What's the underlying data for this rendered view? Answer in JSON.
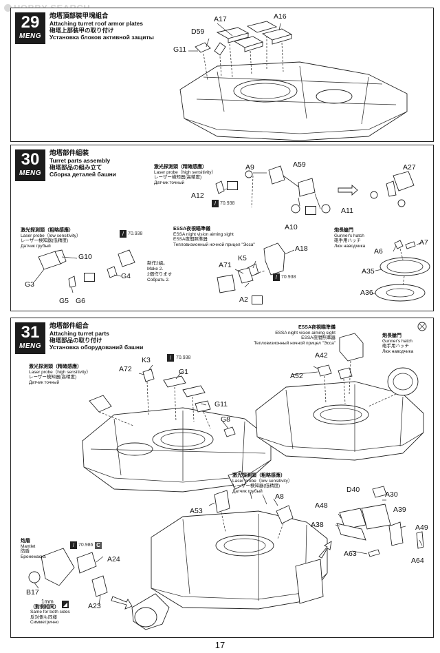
{
  "watermark": "HOBBY SEARCH",
  "page_number": "17",
  "brand": "MENG",
  "steps": [
    {
      "number": "29",
      "title_zh": "炮塔頂部裝甲塊組合",
      "title_en": "Attaching turret roof armor plates",
      "title_ja": "砲塔上部装甲の取り付け",
      "title_ru": "Установка блоков активной защиты",
      "labels": [
        "A17",
        "A16",
        "D59",
        "G11"
      ]
    },
    {
      "number": "30",
      "title_zh": "炮塔部件組裝",
      "title_en": "Turret parts assembly",
      "title_ja": "砲塔部品の組み立て",
      "title_ru": "Сборка деталей башни",
      "labels": [
        "A9",
        "A59",
        "A27",
        "A12",
        "A11",
        "A10",
        "G10",
        "G3",
        "G4",
        "G5",
        "G6",
        "A18",
        "K5",
        "A71",
        "A2",
        "A6",
        "A7",
        "A35",
        "A36"
      ],
      "notes": {
        "laser_high": {
          "zh": "激光探測頭（精確感應）",
          "en": "Laser probe（high sensitivity）",
          "ja": "レーザー検知器(高精度)",
          "ru": "Датчик точный"
        },
        "laser_low": {
          "zh": "激光探測頭（粗略感應）",
          "en": "Laser probe（low sensitivity）",
          "ja": "レーザー検知器(低精度)",
          "ru": "Датчик грубый"
        },
        "essa": {
          "zh": "ESSA夜視瞄準儀",
          "en": "ESSA night vision aiming sight",
          "ja": "ESSA夜間照準器",
          "ru": "Тепловизионный ночной прицел \"Эсса\""
        },
        "hatch": {
          "zh": "炮長艙門",
          "en": "Gunner's hatch",
          "ja": "砲手用ハッチ",
          "ru": "Люк наводчика"
        },
        "make2": {
          "zh": "制作2組。",
          "en": "Make 2.",
          "ja": "2個作ります",
          "ru": "Собрать 2."
        }
      },
      "paint_codes": [
        "70.938",
        "70.938",
        "70.938"
      ]
    },
    {
      "number": "31",
      "title_zh": "炮塔部件組合",
      "title_en": "Attaching turret parts",
      "title_ja": "砲塔部品の取り付け",
      "title_ru": "Установка оборудований башни",
      "labels": [
        "K3",
        "A72",
        "G1",
        "G11",
        "G8",
        "A42",
        "A52",
        "A8",
        "A53",
        "D40",
        "A30",
        "A48",
        "A39",
        "A38",
        "A49",
        "A63",
        "A64",
        "A24",
        "B17",
        "A23"
      ],
      "notes": {
        "laser_high": {
          "zh": "激光探測頭（精確感應）",
          "en": "Laser probe（high sensitivity）",
          "ja": "レーザー検知器(高精度)",
          "ru": "Датчик точный"
        },
        "laser_low": {
          "zh": "激光探測頭（粗略感應）",
          "en": "Laser probe（low sensitivity）",
          "ja": "レーザー検知器(低精度)",
          "ru": "Датчик грубый"
        },
        "essa": {
          "zh": "ESSA夜視瞄準儀",
          "en": "ESSA night vision aiming sight",
          "ja": "ESSA夜間照準器",
          "ru": "Тепловизионный ночной прицел \"Эсса\""
        },
        "hatch": {
          "zh": "炮長艙門",
          "en": "Gunner's hatch",
          "ja": "砲手用ハッチ",
          "ru": "Люк наводчика"
        },
        "mantlet": {
          "zh": "炮盾",
          "en": "Mantlet",
          "ja": "防盾",
          "ru": "Бронемаска"
        },
        "both_sides": {
          "size": "1mm",
          "zh": "（對側相同）",
          "en": "Same for both sides",
          "ja": "反対側も同様",
          "ru": "Симметрично"
        }
      },
      "paint_codes": [
        "70.938",
        "70.986"
      ],
      "paint_badge": "C"
    }
  ]
}
